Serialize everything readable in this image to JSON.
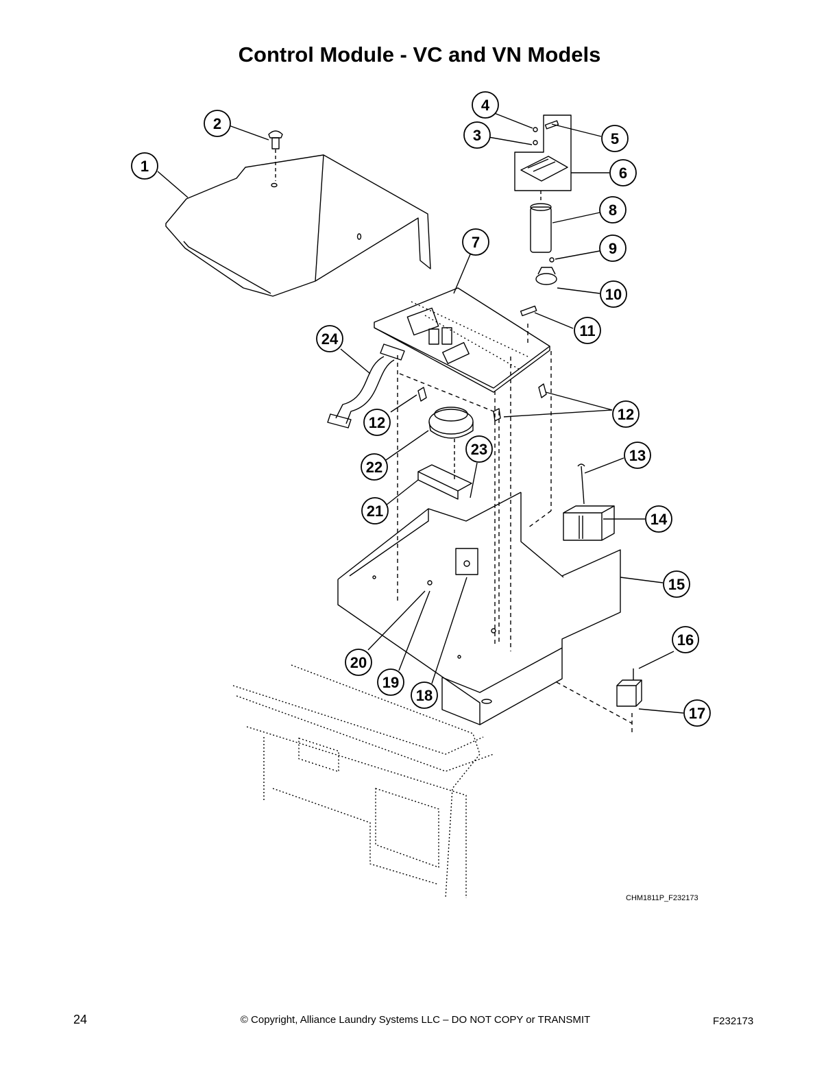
{
  "title": "Control Module - VC and VN Models",
  "callouts": [
    "1",
    "2",
    "3",
    "4",
    "5",
    "6",
    "7",
    "8",
    "9",
    "10",
    "11",
    "12",
    "12",
    "13",
    "14",
    "15",
    "16",
    "17",
    "18",
    "19",
    "20",
    "21",
    "22",
    "23",
    "24"
  ],
  "drawing_code": "CHM1811P_F232173",
  "footer": {
    "page_number": "24",
    "copyright": "© Copyright, Alliance Laundry Systems LLC – DO NOT COPY or TRANSMIT",
    "doc_id": "F232173"
  }
}
